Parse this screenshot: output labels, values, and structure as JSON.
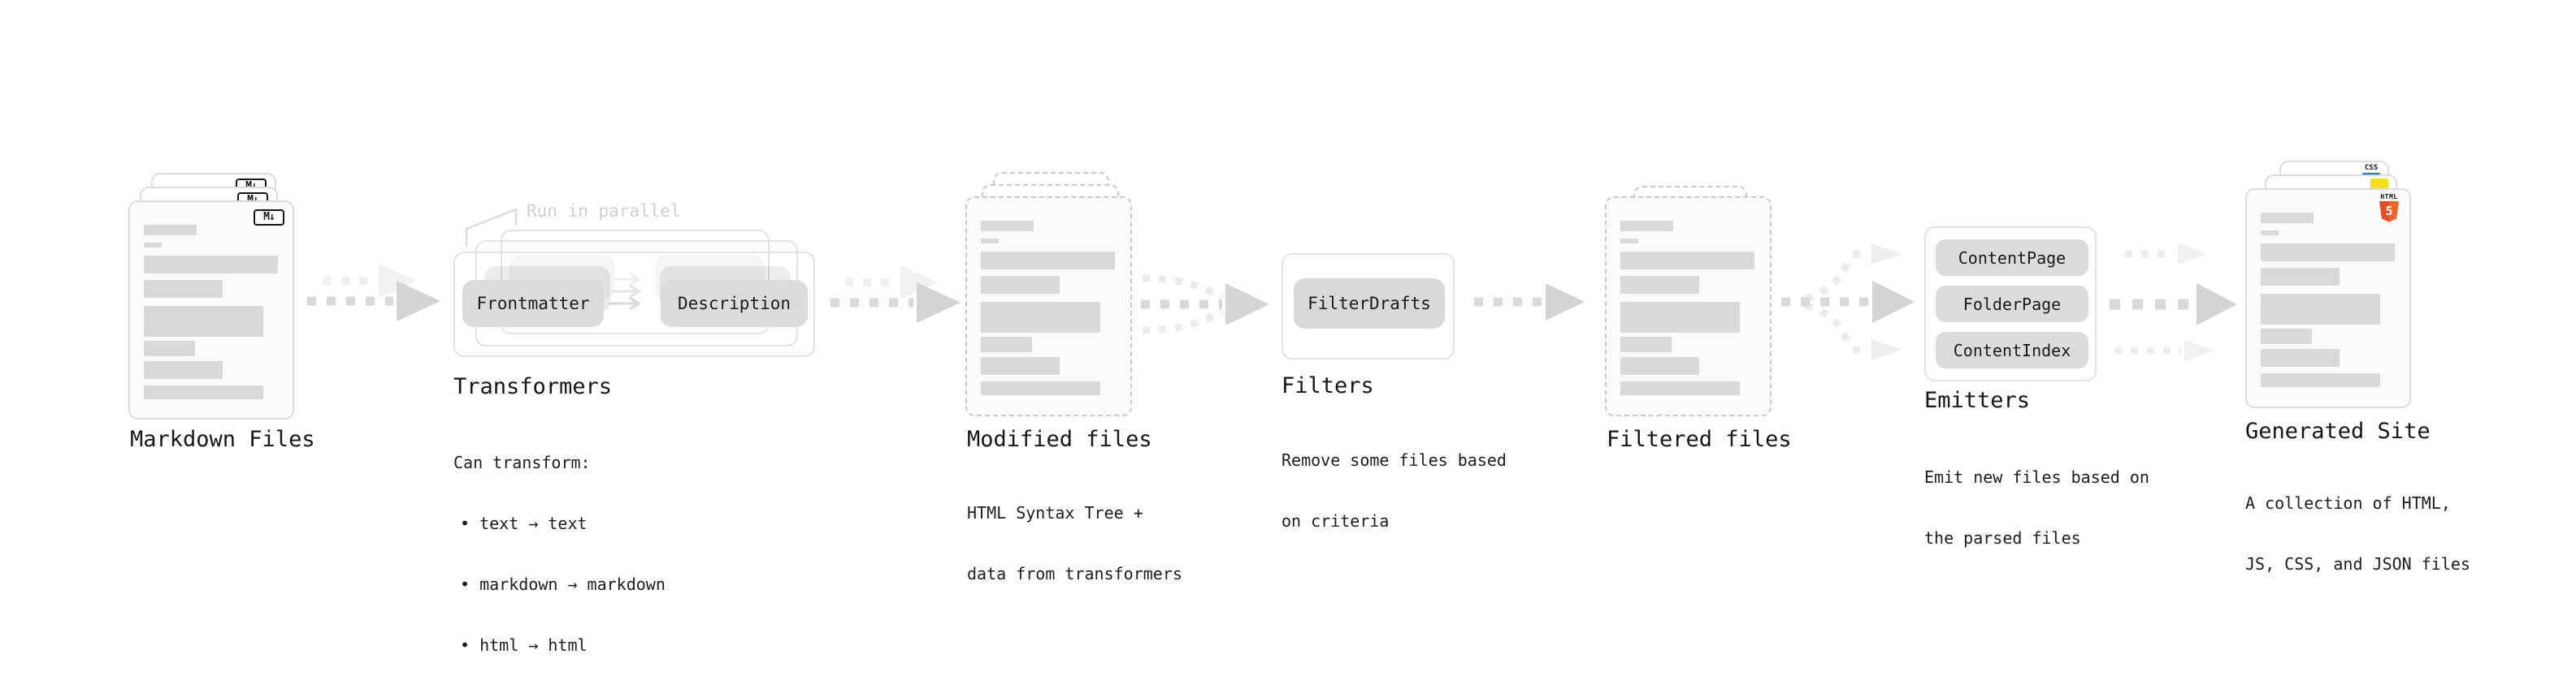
{
  "stages": {
    "markdown": {
      "label": "Markdown Files",
      "badge": "M↓"
    },
    "transformers": {
      "label": "Transformers",
      "note": "Run in parallel",
      "source_pill": "Frontmatter",
      "target_pill": "Description",
      "desc": [
        "Can transform:",
        "• text → text",
        "• markdown → markdown",
        "• html → html"
      ]
    },
    "modified": {
      "label": "Modified files",
      "desc": [
        "HTML Syntax Tree +",
        "data from transformers"
      ]
    },
    "filters": {
      "label": "Filters",
      "pill": "FilterDrafts",
      "desc": [
        "Remove some files based",
        "on criteria"
      ]
    },
    "filtered": {
      "label": "Filtered files"
    },
    "emitters": {
      "label": "Emitters",
      "pills": [
        "ContentPage",
        "FolderPage",
        "ContentIndex"
      ],
      "desc": [
        "Emit new files based on",
        "the parsed files"
      ]
    },
    "generated": {
      "label": "Generated Site",
      "badges": {
        "css": "CSS",
        "html": "HTML",
        "html_number": "5"
      },
      "desc": [
        "A collection of HTML,",
        "JS, CSS, and JSON files"
      ]
    }
  },
  "colors": {
    "css_accent": "#2965f1",
    "js_accent": "#f7df1e",
    "html5_accent": "linear-gradient(90deg,#e44d26 50%,#f16529 50%)"
  }
}
